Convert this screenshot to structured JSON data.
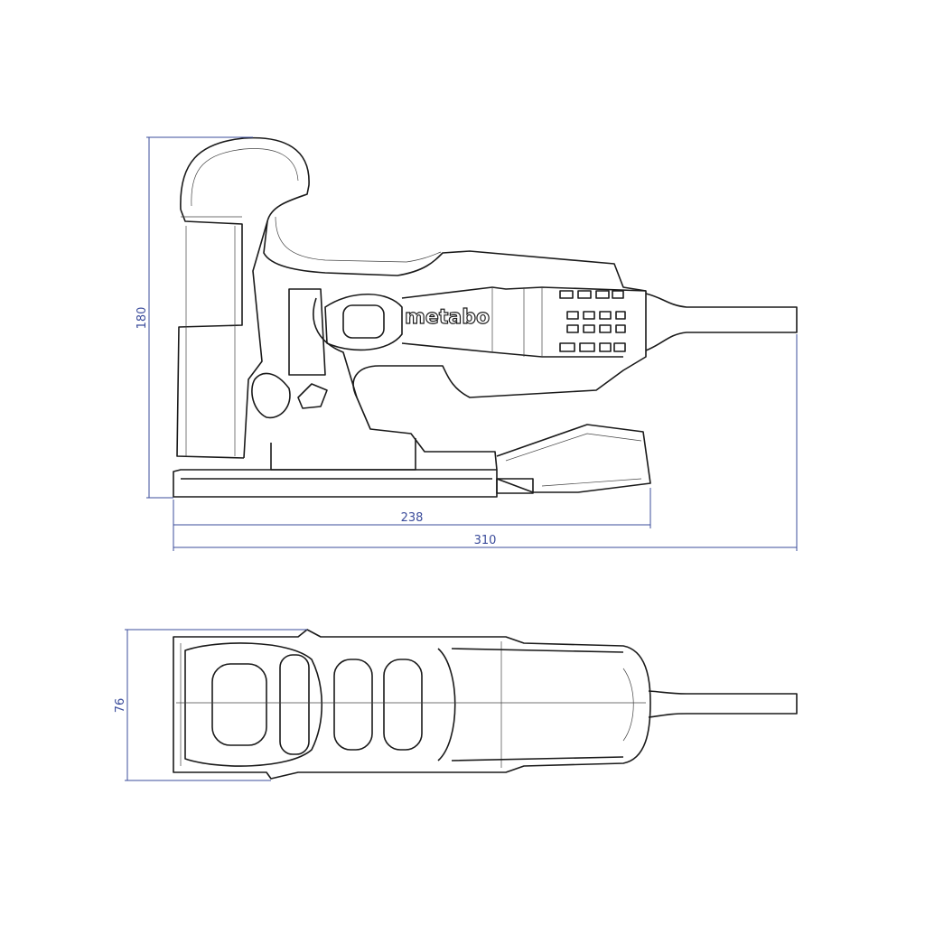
{
  "drawing": {
    "brand_logo": "metabo",
    "dimension_color": "#3b4c9b",
    "side_view": {
      "height_label": "180",
      "base_length_label": "238",
      "total_length_label": "310"
    },
    "top_view": {
      "width_label": "76"
    }
  }
}
